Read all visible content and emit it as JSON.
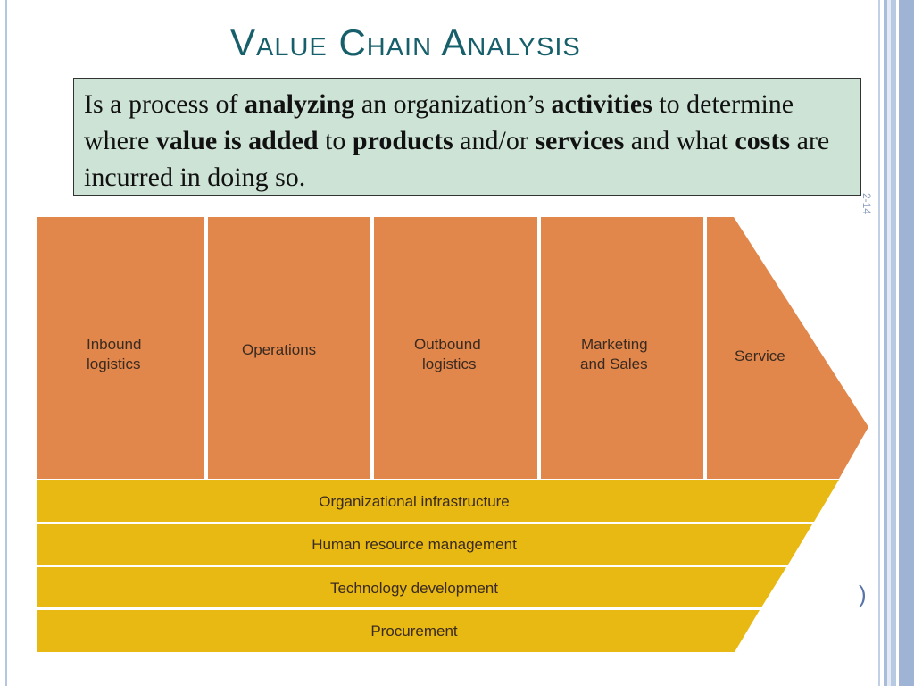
{
  "slide": {
    "title": "Value Chain Analysis",
    "slide_number": "2-14",
    "corner_mark": ")"
  },
  "definition": {
    "segments": [
      {
        "text": "Is a process of ",
        "bold": false
      },
      {
        "text": "analyzing",
        "bold": true
      },
      {
        "text": " an organization’s ",
        "bold": false
      },
      {
        "text": "activities",
        "bold": true
      },
      {
        "text": " to determine where ",
        "bold": false
      },
      {
        "text": "value is added",
        "bold": true
      },
      {
        "text": " to ",
        "bold": false
      },
      {
        "text": "products",
        "bold": true
      },
      {
        "text": " and/or ",
        "bold": false
      },
      {
        "text": "services",
        "bold": true
      },
      {
        "text": " and what ",
        "bold": false
      },
      {
        "text": "costs",
        "bold": true
      },
      {
        "text": " are incurred in doing so.",
        "bold": false
      }
    ]
  },
  "value_chain": {
    "primary_activities": [
      {
        "line1": "Inbound",
        "line2": "logistics"
      },
      {
        "line1": "Operations",
        "line2": ""
      },
      {
        "line1": "Outbound",
        "line2": "logistics"
      },
      {
        "line1": "Marketing",
        "line2": "and Sales"
      },
      {
        "line1": "Service",
        "line2": ""
      }
    ],
    "support_activities": [
      "Organizational infrastructure",
      "Human resource management",
      "Technology development",
      "Procurement"
    ],
    "colors": {
      "primary": "#e2874b",
      "support": "#e8b913",
      "divider": "#ffffff"
    }
  }
}
